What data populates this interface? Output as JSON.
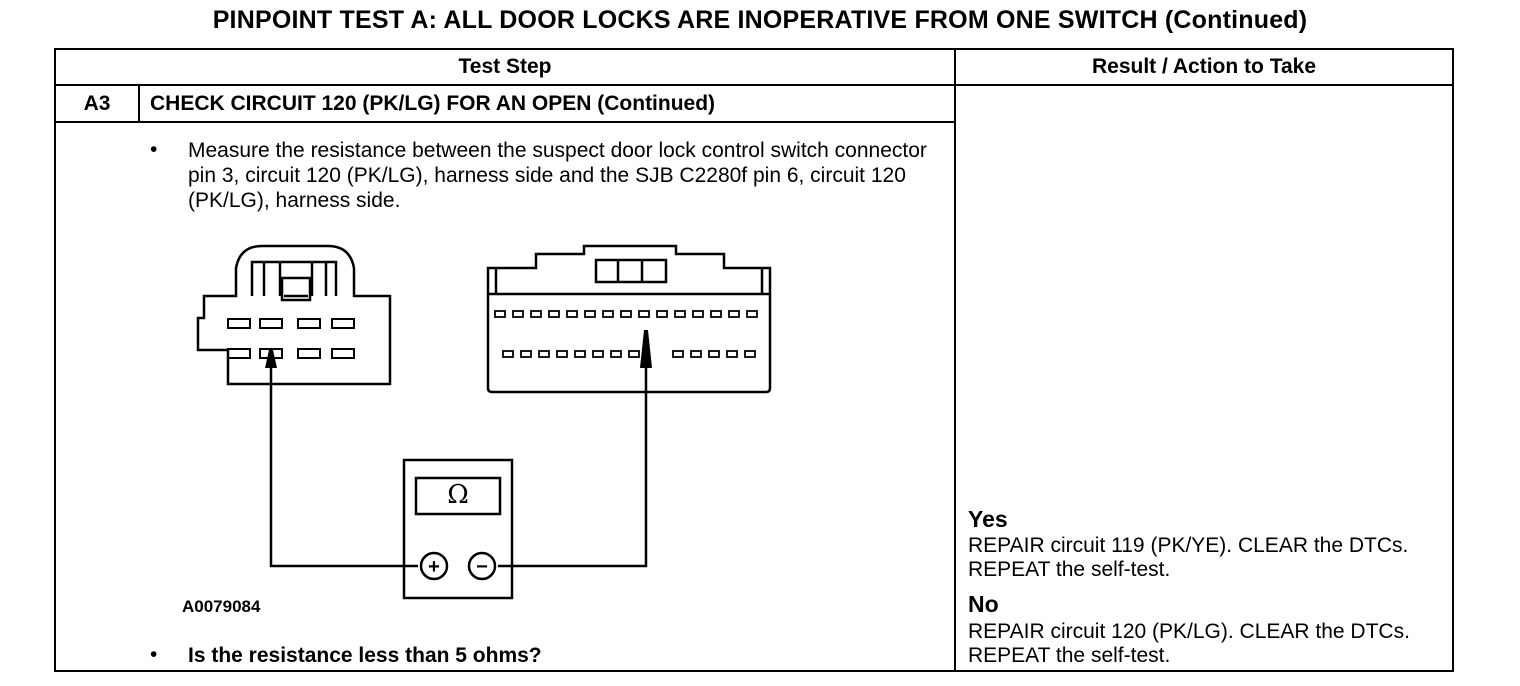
{
  "title": "PINPOINT TEST A: ALL DOOR LOCKS ARE INOPERATIVE FROM ONE SWITCH (Continued)",
  "table": {
    "header_test_step": "Test Step",
    "header_result": "Result / Action to Take"
  },
  "step": {
    "id": "A3",
    "title": "CHECK CIRCUIT 120 (PK/LG) FOR AN OPEN (Continued)",
    "bullet": "•",
    "instruction": "Measure the resistance between the suspect door lock control switch connector pin 3, circuit 120 (PK/LG), harness side and the SJB C2280f pin 6, circuit 120 (PK/LG), harness side.",
    "question": "Is the resistance less than 5 ohms?"
  },
  "diagram": {
    "figure_id": "A0079084",
    "meter_symbol": "Ω",
    "plus": "+",
    "minus": "−"
  },
  "results": {
    "yes_label": "Yes",
    "yes_text": "REPAIR circuit 119 (PK/YE). CLEAR the DTCs. REPEAT the self-test.",
    "no_label": "No",
    "no_text": "REPAIR circuit 120 (PK/LG). CLEAR the DTCs. REPEAT the self-test."
  }
}
